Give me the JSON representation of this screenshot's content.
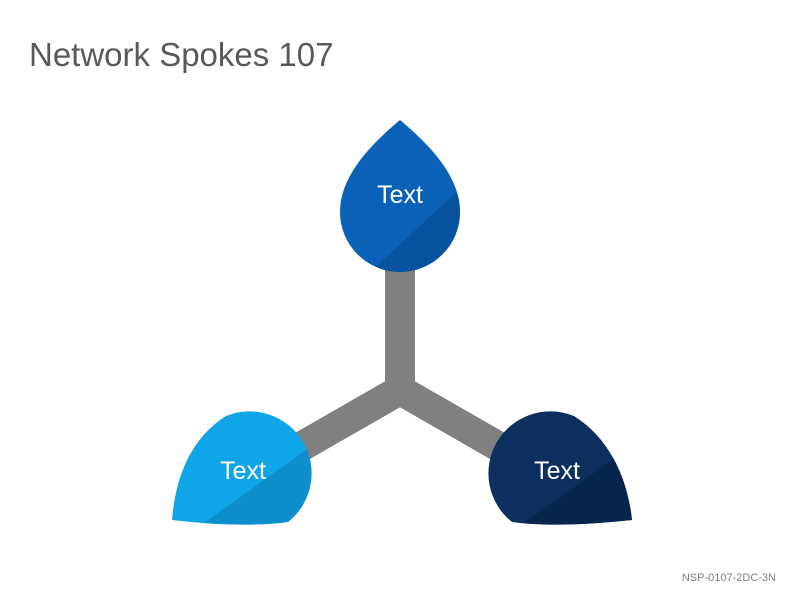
{
  "title": "Network Spokes 107",
  "nodes": [
    {
      "label": "Text",
      "color": "#0a62b8",
      "shadow": "#08509a"
    },
    {
      "label": "Text",
      "color": "#10a4e8",
      "shadow": "#0c88c6"
    },
    {
      "label": "Text",
      "color": "#0c2f5e",
      "shadow": "#07234a"
    }
  ],
  "connector_color": "#808080",
  "code": "NSP-0107-2DC-3N"
}
